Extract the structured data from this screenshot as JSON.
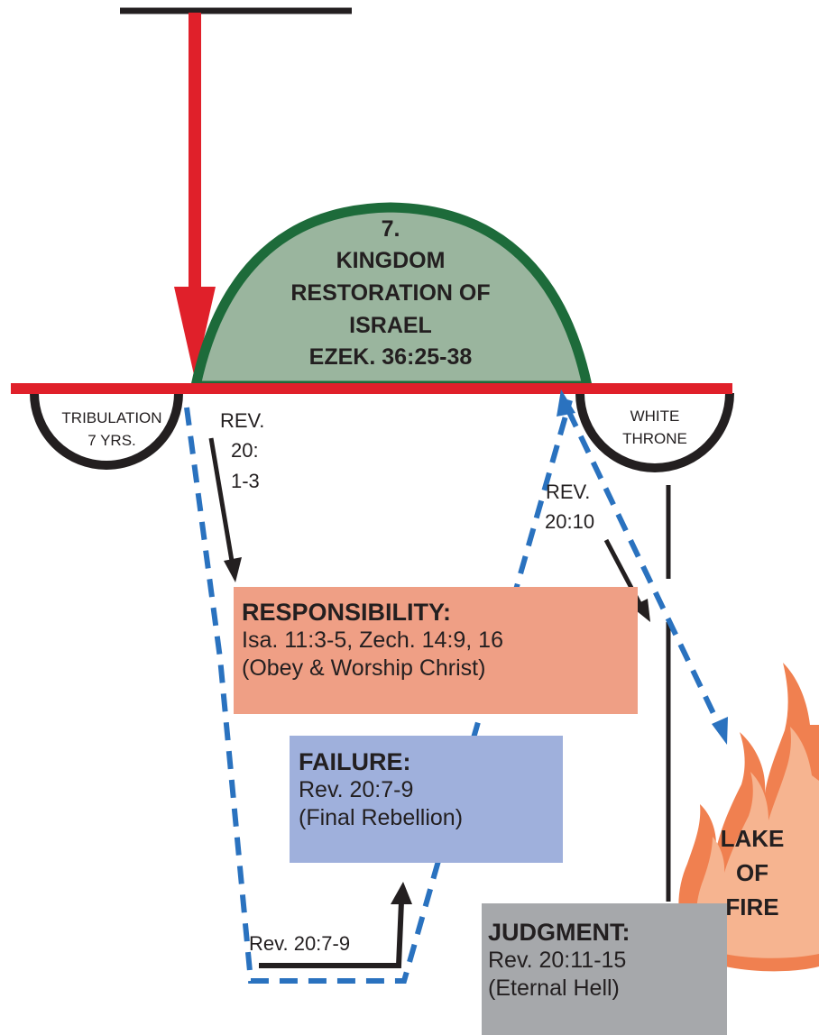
{
  "kingdom": {
    "number": "7.",
    "line1": "KINGDOM",
    "line2": "RESTORATION OF",
    "line3": "ISRAEL",
    "reference": "EZEK. 36:25-38"
  },
  "tribulation": {
    "line1": "TRIBULATION",
    "line2": "7 YRS."
  },
  "white_throne": {
    "line1": "WHITE",
    "line2": "THRONE"
  },
  "rev_20_1_3": {
    "line1": "REV.",
    "line2": "20:",
    "line3": "1-3"
  },
  "rev_20_10": {
    "line1": "REV.",
    "line2": "20:10"
  },
  "responsibility": {
    "heading": "RESPONSIBILITY:",
    "line1": "Isa. 11:3-5, Zech. 14:9, 16",
    "line2": "(Obey & Worship Christ)"
  },
  "failure": {
    "heading": "FAILURE:",
    "line1": "Rev. 20:7-9",
    "line2": "(Final Rebellion)"
  },
  "judgment": {
    "heading": "JUDGMENT:",
    "line1": "Rev. 20:11-15",
    "line2": "(Eternal Hell)"
  },
  "bottom_arrow_label": "Rev. 20:7-9",
  "lake_of_fire": {
    "line1": "LAKE",
    "line2": "OF",
    "line3": "FIRE"
  },
  "colors": {
    "timeline_red": "#e0202a",
    "dome_green": "#1d6b3a",
    "dome_fill": "#9ab59e",
    "dashed_blue": "#2a72bf",
    "responsibility_box": "#ef9f85",
    "failure_box": "#9fb0dc",
    "judgment_box": "#a6a8ab",
    "flame_outer": "#f08050",
    "flame_inner": "#f6b490"
  }
}
